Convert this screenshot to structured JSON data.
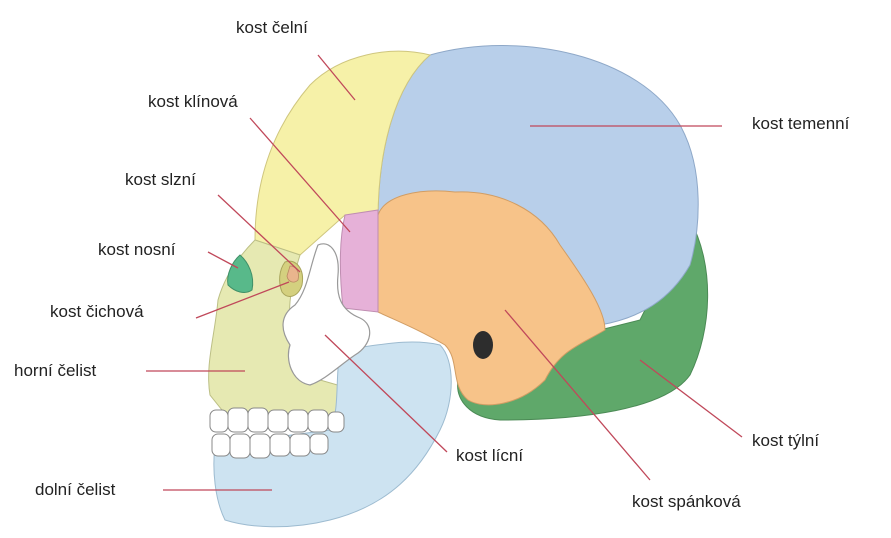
{
  "labels": {
    "frontal": "kost čelní",
    "sphenoid": "kost klínová",
    "parietal": "kost temenní",
    "lacrimal": "kost slzní",
    "nasal": "kost nosní",
    "ethmoid": "kost čichová",
    "maxilla": "horní čelist",
    "zygomatic": "kost lícní",
    "occipital": "kost týlní",
    "mandible": "dolní čelist",
    "temporal": "kost spánková"
  },
  "colors": {
    "frontal": "#f6f1a8",
    "parietal": "#b8cfea",
    "temporal": "#f7c389",
    "sphenoid": "#e6b1d8",
    "occipital": "#5fa86a",
    "zygomatic": "#ffffff",
    "maxilla": "#e6e9b2",
    "mandible": "#cde3f1",
    "nasal": "#58b98a",
    "ethmoid": "#d4d07f",
    "lacrimal": "#e9b58d",
    "leader": "#c0485a"
  }
}
